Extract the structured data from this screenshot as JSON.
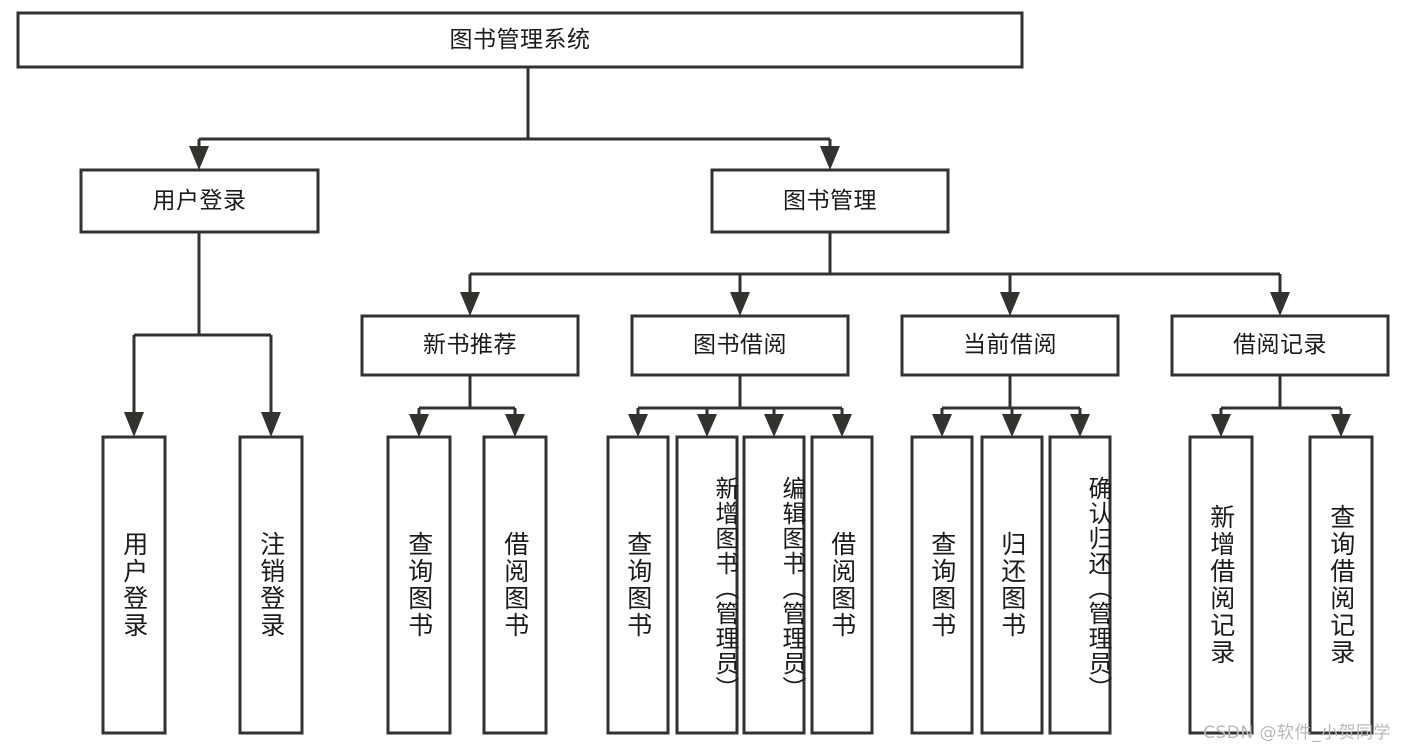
{
  "diagram": {
    "type": "tree-hierarchy",
    "title": "图书管理系统",
    "watermark": "CSDN @软件_小贺同学",
    "levels": {
      "root": {
        "id": "root",
        "label": "图书管理系统",
        "orientation": "horizontal"
      },
      "level2": [
        {
          "id": "user-login",
          "label": "用户登录",
          "orientation": "horizontal"
        },
        {
          "id": "book-management",
          "label": "图书管理",
          "orientation": "horizontal"
        }
      ],
      "level3": [
        {
          "id": "new-book-recommend",
          "label": "新书推荐",
          "orientation": "horizontal",
          "parent": "book-management"
        },
        {
          "id": "book-borrow",
          "label": "图书借阅",
          "orientation": "horizontal",
          "parent": "book-management"
        },
        {
          "id": "current-borrow",
          "label": "当前借阅",
          "orientation": "horizontal",
          "parent": "book-management"
        },
        {
          "id": "borrow-record",
          "label": "借阅记录",
          "orientation": "horizontal",
          "parent": "book-management"
        }
      ],
      "leaves": [
        {
          "id": "leaf-user-login",
          "label": "用户登录",
          "orientation": "vertical",
          "parent": "user-login"
        },
        {
          "id": "leaf-logout-login",
          "label": "注销登录",
          "orientation": "vertical",
          "parent": "user-login"
        },
        {
          "id": "leaf-query-book-1",
          "label": "查询图书",
          "orientation": "vertical",
          "parent": "new-book-recommend"
        },
        {
          "id": "leaf-borrow-book-1",
          "label": "借阅图书",
          "orientation": "vertical",
          "parent": "new-book-recommend"
        },
        {
          "id": "leaf-query-book-2",
          "label": "查询图书",
          "orientation": "vertical",
          "parent": "book-borrow"
        },
        {
          "id": "leaf-add-book",
          "label": "新增图书（管理员）",
          "orientation": "vertical",
          "parent": "book-borrow"
        },
        {
          "id": "leaf-edit-book",
          "label": "编辑图书（管理员）",
          "orientation": "vertical",
          "parent": "book-borrow"
        },
        {
          "id": "leaf-borrow-book-2",
          "label": "借阅图书",
          "orientation": "vertical",
          "parent": "book-borrow"
        },
        {
          "id": "leaf-query-book-3",
          "label": "查询图书",
          "orientation": "vertical",
          "parent": "current-borrow"
        },
        {
          "id": "leaf-return-book",
          "label": "归还图书",
          "orientation": "vertical",
          "parent": "current-borrow"
        },
        {
          "id": "leaf-confirm-return",
          "label": "确认归还（管理员）",
          "orientation": "vertical",
          "parent": "current-borrow"
        },
        {
          "id": "leaf-add-record",
          "label": "新增借阅记录",
          "orientation": "vertical",
          "parent": "borrow-record"
        },
        {
          "id": "leaf-query-record",
          "label": "查询借阅记录",
          "orientation": "vertical",
          "parent": "borrow-record"
        }
      ]
    },
    "colors": {
      "stroke": "#32322f",
      "fill": "#ffffff",
      "text": "#1b1b1b",
      "watermark": "#b9b9b9"
    }
  }
}
